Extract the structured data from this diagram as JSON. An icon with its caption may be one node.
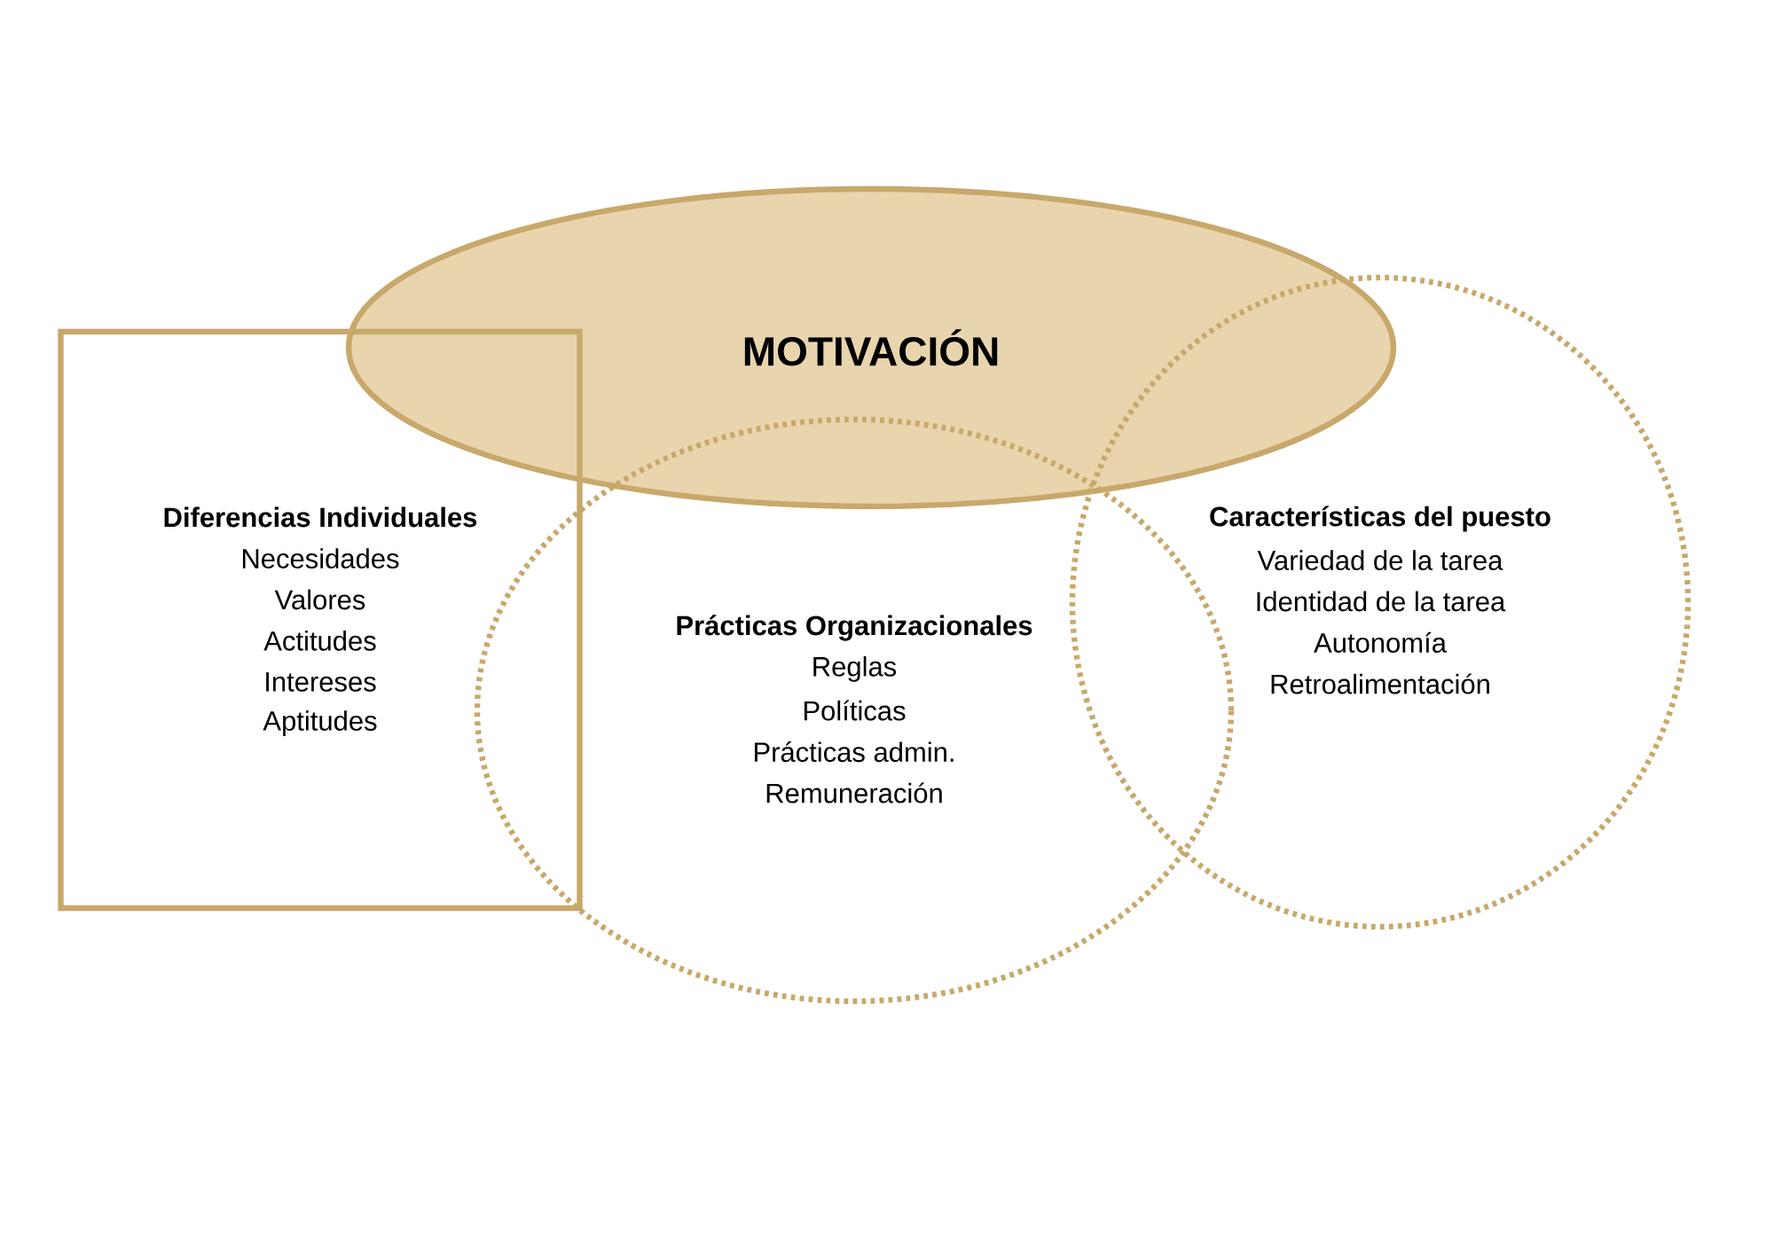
{
  "diagram": {
    "nodes": [
      {
        "text": [
          "MOTIVACIÓN"
        ]
      },
      {
        "text": [
          "Diferencias Individuales",
          "Necesidades",
          "Valores",
          "Actitudes",
          "Intereses",
          "Aptitudes"
        ]
      },
      {
        "text": [
          "Prácticas Organizacionales",
          "Reglas",
          "Políticas",
          "Prácticas admin.",
          "Remuneración"
        ]
      },
      {
        "text": [
          "Características del puesto",
          "Variedad de la tarea",
          "Identidad de la tarea",
          "Autonomía",
          "Retroalimentación"
        ]
      }
    ]
  }
}
